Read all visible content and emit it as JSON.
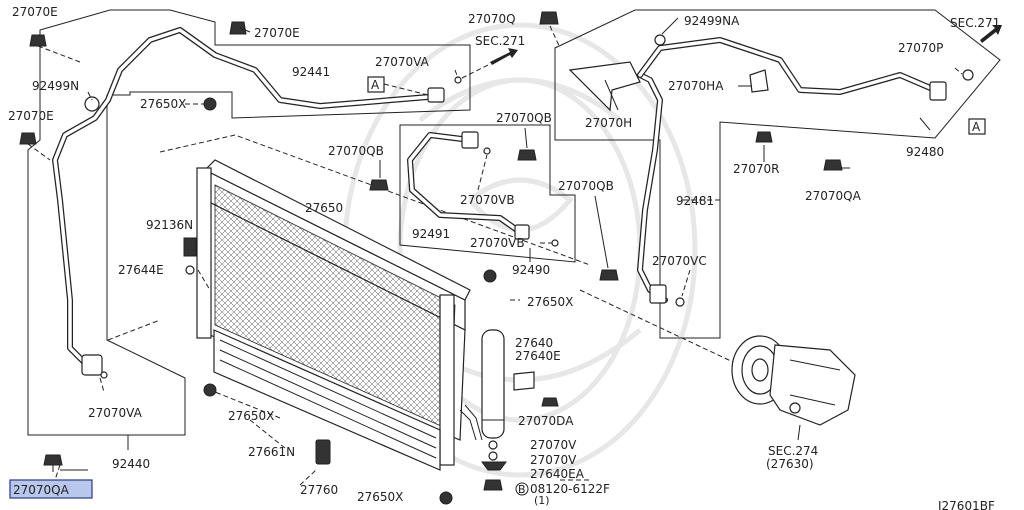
{
  "diagram": {
    "code": "J27601BF",
    "ref_a": "A",
    "labels": {
      "p27070E_a": "27070E",
      "p27070E_b": "27070E",
      "p27070E_c": "27070E",
      "p92499N": "92499N",
      "p92441": "92441",
      "p27070VA_top": "27070VA",
      "sec271_a": "SEC.271",
      "p27650X_top": "27650X",
      "p27070QB_a": "27070QB",
      "p27070QB_b": "27070QB",
      "p27070QB_c": "27070QB",
      "p27650": "27650",
      "p27070VB_a": "27070VB",
      "p27070VB_b": "27070VB",
      "p92491": "92491",
      "p92490": "92490",
      "p92136N": "92136N",
      "p27644E": "27644E",
      "p27650X_mid": "27650X",
      "p27640": "27640",
      "p27640E": "27640E",
      "p27070VA_bot": "27070VA",
      "p27650X_bot": "27650X",
      "p27661N": "27661N",
      "p92440": "92440",
      "p27070QA_hl": "27070QA",
      "p27760": "27760",
      "p27650X_lowest": "27650X",
      "p27070DA": "27070DA",
      "p27070V_a": "27070V",
      "p27070V_b": "27070V",
      "p27640EA": "27640EA",
      "bolt": "08120-6122F",
      "bolt_qty": "(1)",
      "bolt_mark": "B",
      "p27070Q": "27070Q",
      "p92499NA": "92499NA",
      "sec271_b": "SEC.271",
      "p27070P": "27070P",
      "p27070HA": "27070HA",
      "p27070H": "27070H",
      "p27070R": "27070R",
      "p92480": "92480",
      "p27070QA_r": "27070QA",
      "p92481": "92481",
      "p27070VC": "27070VC",
      "sec274": "SEC.274",
      "sec274_sub": "(27630)"
    }
  }
}
